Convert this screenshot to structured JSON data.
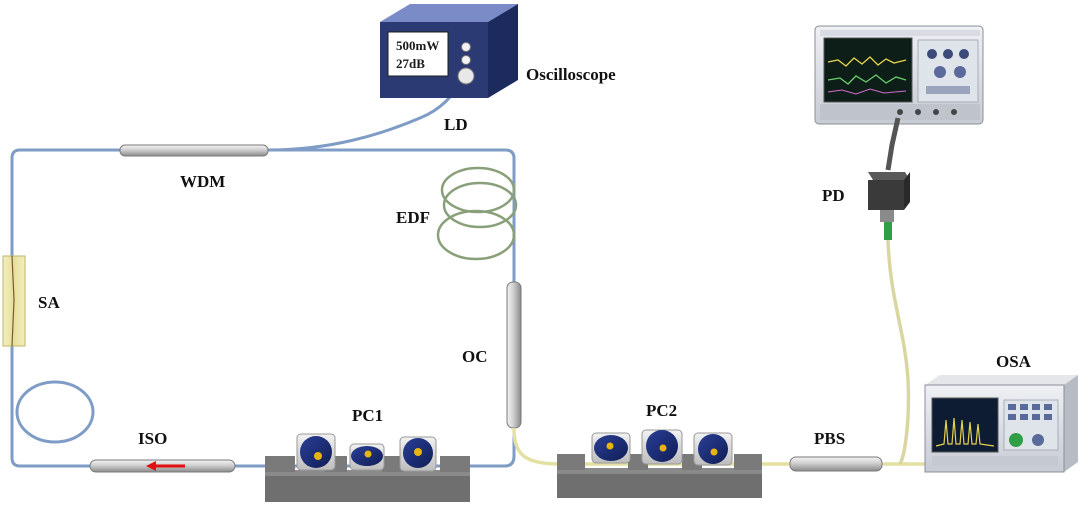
{
  "labels": {
    "oscilloscope": "Oscilloscope",
    "ld": "LD",
    "wdm": "WDM",
    "edf": "EDF",
    "sa": "SA",
    "oc": "OC",
    "iso": "ISO",
    "pc1": "PC1",
    "pc2": "PC2",
    "pbs": "PBS",
    "pd": "PD",
    "osa": "OSA"
  },
  "ld_box": {
    "power": "500mW",
    "gain": "27dB"
  },
  "colors": {
    "fiber": "#7f9cc6",
    "yellow_fiber": "#e8e6a8",
    "component_gray": "#c8c8c8",
    "mount_gray": "#6f6f6f",
    "pc_blue": "#1c2f7a",
    "pc_dot": "#e8b40f",
    "ld_box_face": "#2c3a74",
    "iso_arrow": "#e01010"
  },
  "icons": {
    "iso_arrow": "arrow-left-icon",
    "oscilloscope_display": "instrument-screen-icon",
    "osa_display": "instrument-screen-icon"
  }
}
